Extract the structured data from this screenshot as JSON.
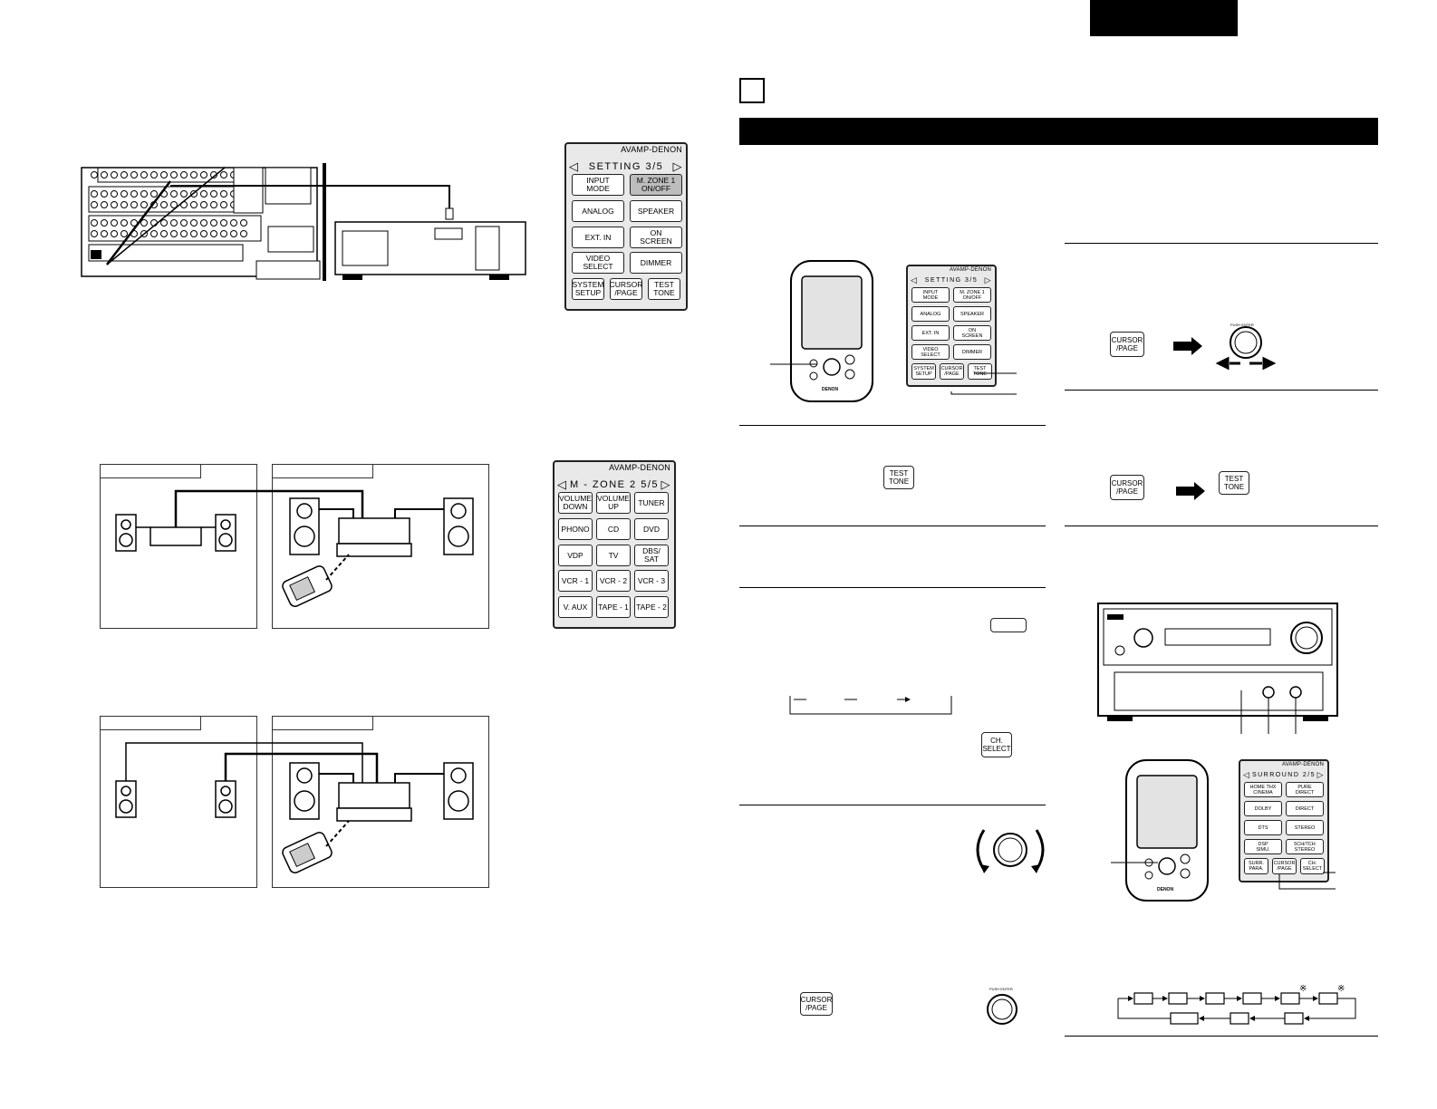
{
  "setting_panel": {
    "brand": "AVAMP-DENON",
    "title": "SETTING   3/5",
    "buttons": [
      "INPUT\nMODE",
      "M. ZONE 1\nON/OFF",
      "ANALOG",
      "SPEAKER",
      "EXT. IN",
      "ON\nSCREEN",
      "VIDEO\nSELECT",
      "DIMMER",
      "SYSTEM\nSETUP",
      "CURSOR\n/PAGE",
      "TEST\nTONE"
    ]
  },
  "mzone_panel": {
    "brand": "AVAMP-DENON",
    "title": "M - ZONE 2    5/5",
    "buttons": [
      "VOLUME\nDOWN",
      "VOLUME\nUP",
      "TUNER",
      "PHONO",
      "CD",
      "DVD",
      "VDP",
      "TV",
      "DBS/\nSAT",
      "VCR - 1",
      "VCR - 2",
      "VCR - 3",
      "V. AUX",
      "TAPE - 1",
      "TAPE - 2"
    ]
  },
  "small_setting_panel": {
    "brand": "AVAMP-DENON",
    "title": "SETTING   3/5",
    "buttons": [
      "INPUT\nMODE",
      "M. ZONE 1\nON/OFF",
      "ANALOG",
      "SPEAKER",
      "EXT. IN",
      "ON\nSCREEN",
      "VIDEO\nSELECT",
      "DIMMER",
      "SYSTEM\nSETUP",
      "CURSOR\n/PAGE",
      "TEST\nTONE"
    ]
  },
  "surround_panel": {
    "brand": "AVAMP-DENON",
    "title": "SURROUND 2/5",
    "buttons": [
      "HOME THX\nCINEMA",
      "PURE\nDIRECT",
      "DOLBY",
      "DIRECT",
      "DTS",
      "STEREO",
      "DSP\nSIMU.",
      "5CH/7CH\nSTEREO",
      "SURR.\nPARA.",
      "CURSOR\n/PAGE",
      "CH.\nSELECT"
    ]
  },
  "keys": {
    "test_tone": "TEST\nTONE",
    "cursor_page": "CURSOR\n/PAGE",
    "ch_select": "CH.\nSELECT",
    "push_enter": "PUSH ENTER",
    "remote_brand": "DENON"
  },
  "flow_note_mark": "※"
}
